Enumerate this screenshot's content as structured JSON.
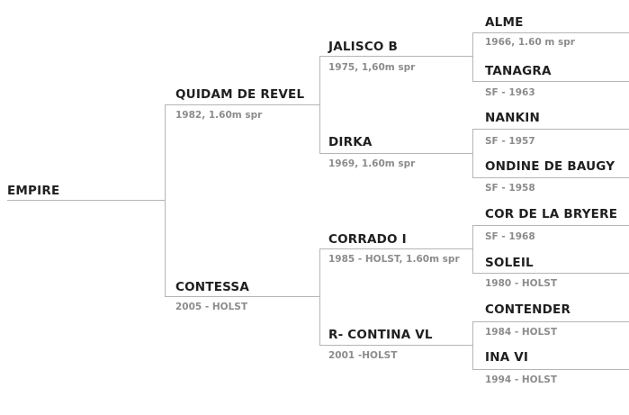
{
  "horse": {
    "name": "EMPIRE"
  },
  "sire": {
    "name": "QUIDAM DE REVEL",
    "info": "1982, 1.60m spr"
  },
  "dam": {
    "name": "CONTESSA",
    "info": "2005 - HOLST"
  },
  "sire_sire": {
    "name": "JALISCO B",
    "info": "1975, 1,60m spr"
  },
  "sire_dam": {
    "name": "DIRKA",
    "info": "1969, 1.60m spr"
  },
  "dam_sire": {
    "name": "CORRADO I",
    "info": "1985 - HOLST, 1.60m spr"
  },
  "dam_dam": {
    "name": "R- CONTINA VL",
    "info": "2001 -HOLST"
  },
  "g3": [
    {
      "name": "ALME",
      "info": "1966, 1.60 m spr"
    },
    {
      "name": "TANAGRA",
      "info": "SF - 1963"
    },
    {
      "name": "NANKIN",
      "info": "SF - 1957"
    },
    {
      "name": "ONDINE DE BAUGY",
      "info": "SF - 1958"
    },
    {
      "name": "COR DE LA BRYERE",
      "info": "SF - 1968"
    },
    {
      "name": "SOLEIL",
      "info": "1980 - HOLST"
    },
    {
      "name": "CONTENDER",
      "info": "1984 - HOLST"
    },
    {
      "name": "INA VI",
      "info": "1994 - HOLST"
    }
  ],
  "colors": {
    "line": "#b5b5b5",
    "name": "#1f1f1f",
    "info": "#8c8c8c"
  }
}
